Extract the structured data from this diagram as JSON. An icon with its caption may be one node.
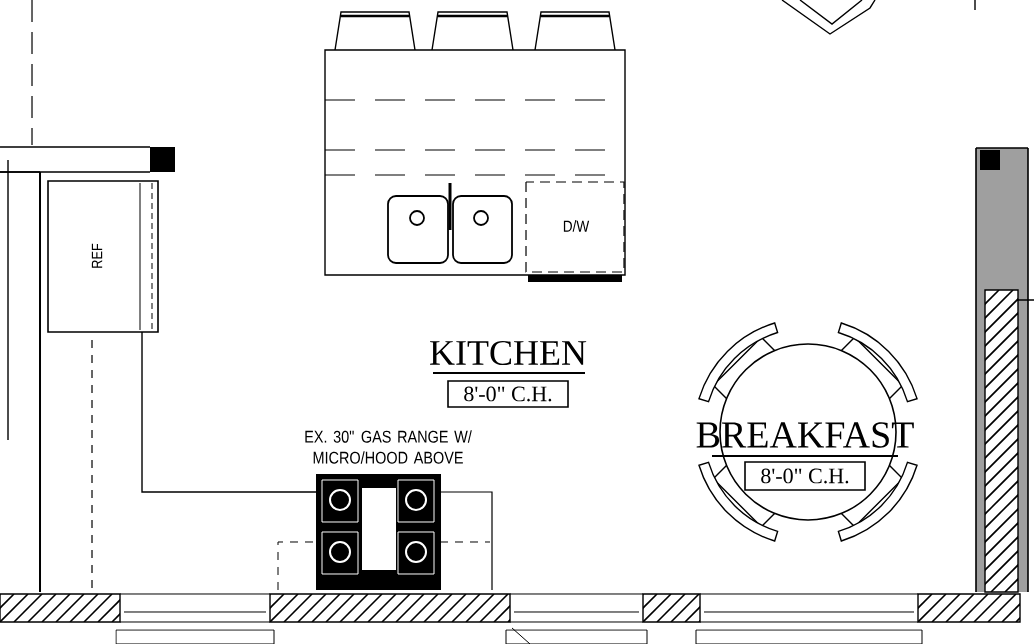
{
  "diagram": {
    "nodes": [
      {
        "text": [
          "REF"
        ]
      },
      {
        "text": [
          "D/W"
        ]
      },
      {
        "text": [
          "8'-0\" C.H."
        ]
      },
      {
        "text": [
          "8'-0\" C.H."
        ]
      }
    ],
    "labels": [
      "KITCHEN",
      "EX. 30\" GAS RANGE W/ MICRO/HOOD ABOVE",
      "BREAKFAST"
    ]
  }
}
